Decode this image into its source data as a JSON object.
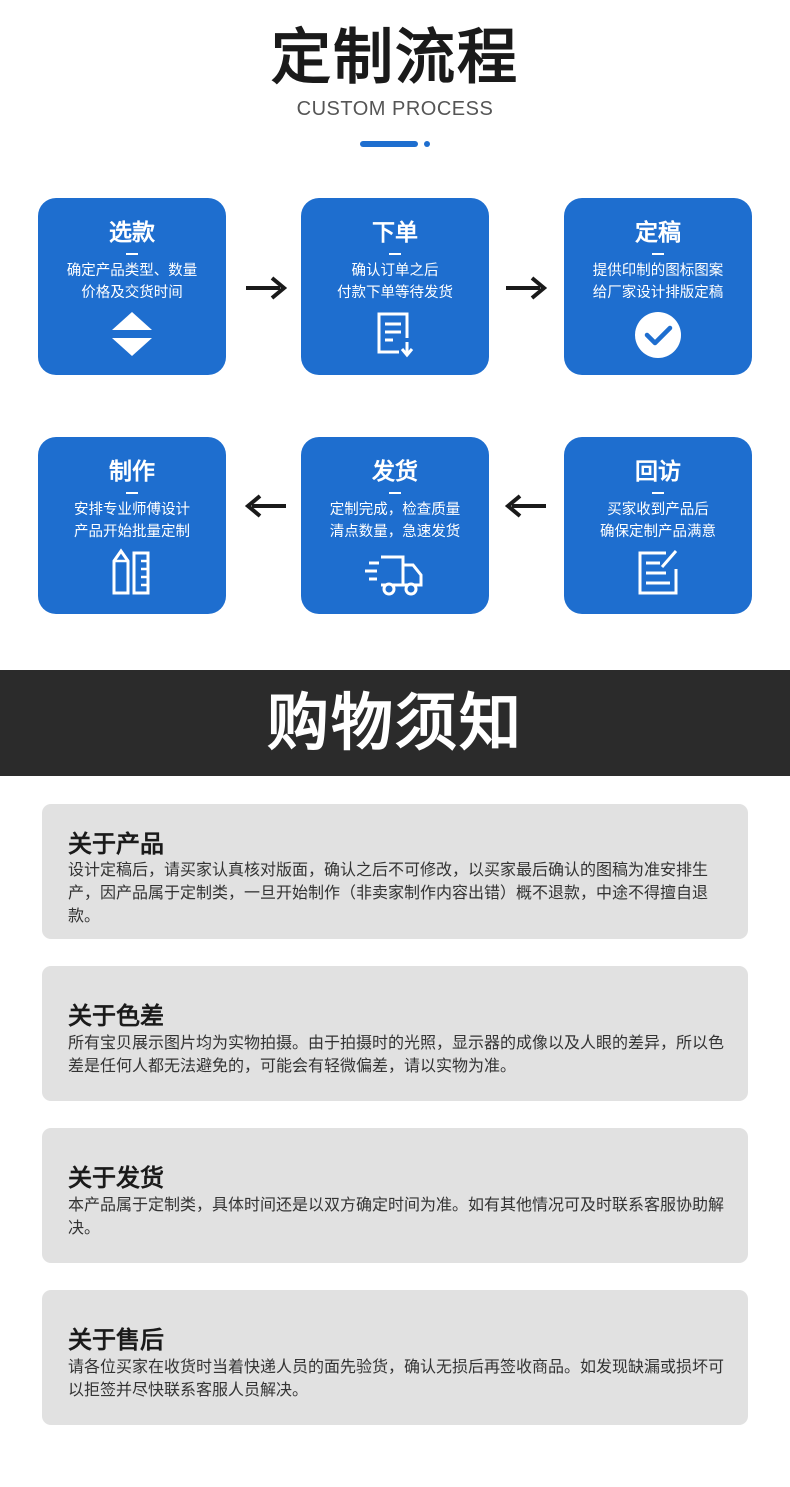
{
  "header": {
    "title": "定制流程",
    "subtitle": "CUSTOM PROCESS"
  },
  "colors": {
    "accent": "#1e6ecf",
    "band": "#2b2b2b",
    "notice_bg": "#e1e1e1"
  },
  "steps": [
    {
      "name": "选款",
      "desc": "确定产品类型、数量\n价格及交货时间",
      "icon": "sort-up-down-icon"
    },
    {
      "name": "下单",
      "desc": "确认订单之后\n付款下单等待发货",
      "icon": "order-document-icon"
    },
    {
      "name": "定稿",
      "desc": "提供印制的图标图案\n给厂家设计排版定稿",
      "icon": "check-circle-icon"
    },
    {
      "name": "制作",
      "desc": "安排专业师傅设计\n产品开始批量定制",
      "icon": "pencil-ruler-icon"
    },
    {
      "name": "发货",
      "desc": "定制完成，检查质量\n清点数量，急速发货",
      "icon": "delivery-truck-icon"
    },
    {
      "name": "回访",
      "desc": "买家收到产品后\n确保定制产品满意",
      "icon": "feedback-form-icon"
    }
  ],
  "section": {
    "title": "购物须知"
  },
  "notices": [
    {
      "title": "关于产品",
      "body": "设计定稿后，请买家认真核对版面，确认之后不可修改，以买家最后确认的图稿为准安排生产，因产品属于定制类，一旦开始制作（非卖家制作内容出错）概不退款，中途不得擅自退款。"
    },
    {
      "title": "关于色差",
      "body": "所有宝贝展示图片均为实物拍摄。由于拍摄时的光照，显示器的成像以及人眼的差异，所以色差是任何人都无法避免的，可能会有轻微偏差，请以实物为准。"
    },
    {
      "title": "关于发货",
      "body": "本产品属于定制类，具体时间还是以双方确定时间为准。如有其他情况可及时联系客服协助解决。"
    },
    {
      "title": "关于售后",
      "body": "请各位买家在收货时当着快递人员的面先验货，确认无损后再签收商品。如发现缺漏或损坏可以拒签并尽快联系客服人员解决。"
    }
  ]
}
